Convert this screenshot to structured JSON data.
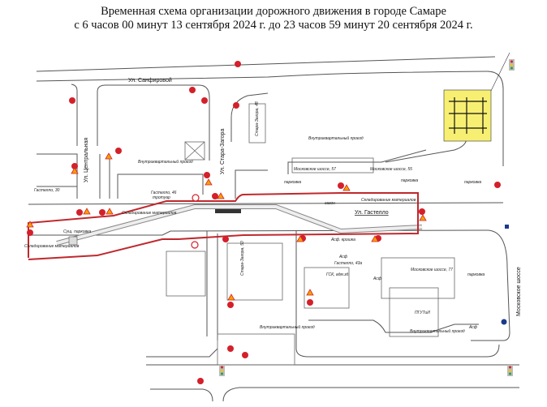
{
  "title": {
    "line1": "Временная схема организации дорожного движения в городе Самаре",
    "line2": "с 6 часов 00 минут 13 сентября 2024 г. до 23 часов 59 минут 20 сентября 2024 г."
  },
  "streets": {
    "sanfirovoy": "Ул. Санфировой",
    "centralnaya": "Ул. Центральная",
    "stara_zagora": "Ул. Стара-Загора",
    "gastello": "Ул. Гастелло",
    "moskovskoe": "Московское шоссе"
  },
  "buildings": {
    "gastello30": "Гастелло, 30",
    "gastello46": "Гастелло, 46",
    "stara48": "Стара-Загора, 48",
    "mosk57": "Московское шоссе, 57",
    "mosk55": "Московское шоссе, 55",
    "stara50": "Стара-Загора, 50",
    "gastello43a": "Гастелло, 43а",
    "gsk": "ГСК, адм.зд.",
    "mosk77": "Московское шоссе, 77",
    "pguti": "ПГУТиИ"
  },
  "areas": {
    "storage": "Складирование материалов",
    "lawn": "газон",
    "parking": "парковка",
    "inner_drive": "Внутриквартальный проезд",
    "asphalt_crumb": "Асф. крошка",
    "asphalt": "Асф",
    "existing_parking": "Сущ. парковка",
    "sidewalk": "тротуар"
  },
  "colors": {
    "fence": "#c0282d",
    "sign_red": "#d4202a",
    "warning_yellow": "#f5c400",
    "inset_yellow": "#f7ef72",
    "road": "#555555"
  }
}
